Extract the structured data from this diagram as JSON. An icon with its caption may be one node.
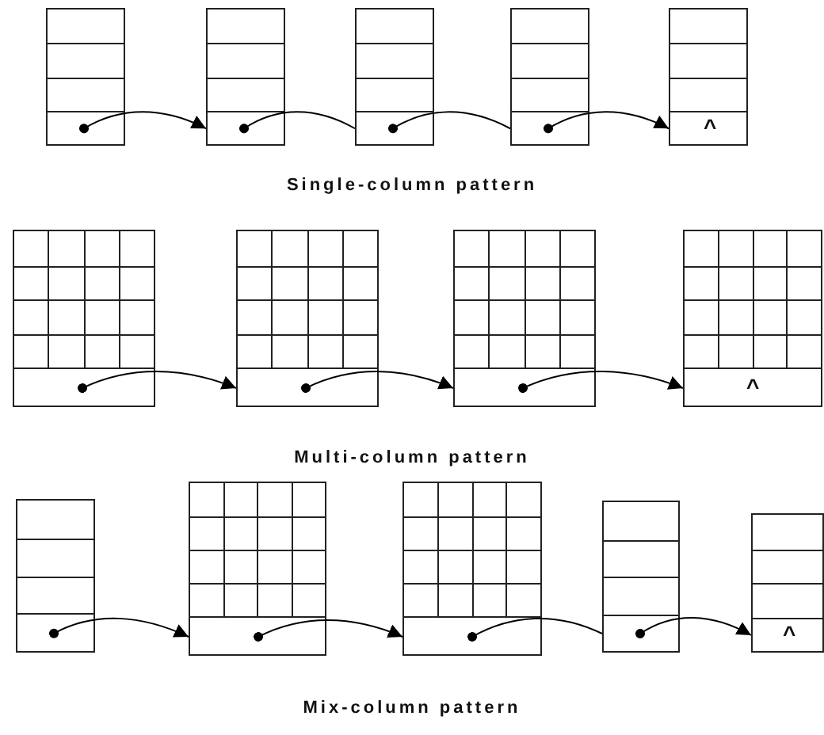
{
  "diagram": {
    "nodes": [
      {
        "text": [],
        "shape": "box"
      },
      {
        "text": [],
        "shape": "box"
      },
      {
        "text": [],
        "shape": "box"
      },
      {
        "text": [],
        "shape": "box"
      },
      {
        "text": [
          "^"
        ]
      },
      {
        "text": [],
        "shape": "box"
      },
      {
        "text": [],
        "shape": "box"
      },
      {
        "text": [],
        "shape": "box"
      },
      {
        "text": [
          "^"
        ]
      },
      {
        "text": [],
        "shape": "box"
      },
      {
        "text": [],
        "shape": "box"
      },
      {
        "text": [],
        "shape": "box"
      },
      {
        "text": [],
        "shape": "box"
      },
      {
        "text": [
          "^"
        ]
      }
    ],
    "edges": [
      {
        "from": 0,
        "to": 1,
        "arrow": "to"
      },
      {
        "from": 1,
        "to": 2,
        "arrow": "other"
      },
      {
        "from": 2,
        "to": 3,
        "arrow": "other"
      },
      {
        "from": 3,
        "to": 4,
        "arrow": "to"
      },
      {
        "from": 5,
        "to": 6,
        "arrow": "to"
      },
      {
        "from": 6,
        "to": 7,
        "arrow": "to"
      },
      {
        "from": 7,
        "to": 8,
        "arrow": "to"
      },
      {
        "from": 9,
        "to": 10,
        "arrow": "to"
      },
      {
        "from": 10,
        "to": 11,
        "arrow": "to"
      },
      {
        "from": 11,
        "to": 12,
        "arrow": "other"
      },
      {
        "from": 12,
        "to": 13,
        "arrow": "to"
      }
    ],
    "labels": [
      "Single-column pattern",
      "Multi-column pattern",
      "Mix-column pattern"
    ]
  }
}
